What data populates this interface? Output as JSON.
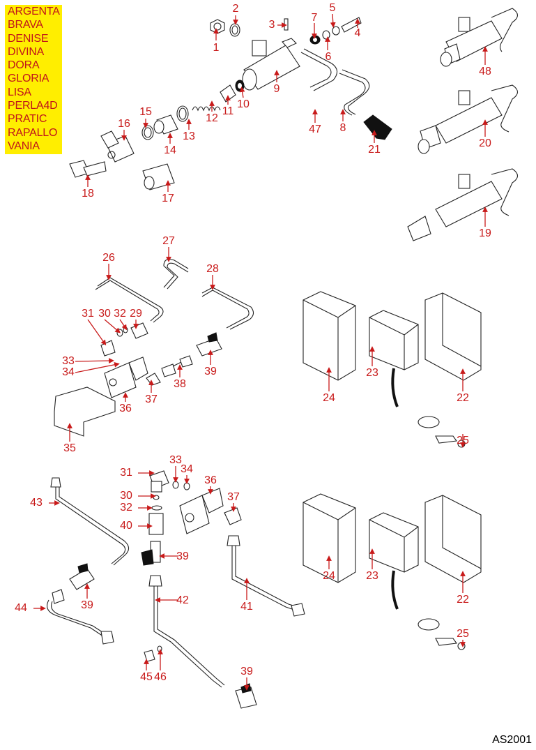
{
  "models": [
    "ARGENTA",
    "BRAVA",
    "DENISE",
    "DIVINA",
    "DORA",
    "GLORIA",
    "LISA",
    "PERLA4D",
    "PRATIC",
    "RAPALLO",
    "VANIA"
  ],
  "drawing_code": "AS2001",
  "colors": {
    "models_bg": "#ffee00",
    "label": "#c81a1a",
    "line": "#222222"
  },
  "part_labels": [
    {
      "id": "p1",
      "text": "1",
      "part": "hex-nut"
    },
    {
      "id": "p2",
      "text": "2",
      "part": "washer"
    },
    {
      "id": "p3",
      "text": "3",
      "part": "pin"
    },
    {
      "id": "p4",
      "text": "4",
      "part": "pivot-pin"
    },
    {
      "id": "p5",
      "text": "5",
      "part": "circlip"
    },
    {
      "id": "p6",
      "text": "6",
      "part": "washer"
    },
    {
      "id": "p7",
      "text": "7",
      "part": "seal"
    },
    {
      "id": "p8",
      "text": "8",
      "part": "lever"
    },
    {
      "id": "p9",
      "text": "9",
      "part": "valve-body"
    },
    {
      "id": "p10",
      "text": "10",
      "part": "gasket"
    },
    {
      "id": "p11",
      "text": "11",
      "part": "piston"
    },
    {
      "id": "p12",
      "text": "12",
      "part": "spring"
    },
    {
      "id": "p13",
      "text": "13",
      "part": "washer"
    },
    {
      "id": "p14",
      "text": "14",
      "part": "fitting"
    },
    {
      "id": "p15",
      "text": "15",
      "part": "gasket"
    },
    {
      "id": "p16",
      "text": "16",
      "part": "elbow-fitting"
    },
    {
      "id": "p17",
      "text": "17",
      "part": "elbow-fitting"
    },
    {
      "id": "p18",
      "text": "18",
      "part": "elbow"
    },
    {
      "id": "p19",
      "text": "19",
      "part": "valve-assembly"
    },
    {
      "id": "p20",
      "text": "20",
      "part": "valve-assembly"
    },
    {
      "id": "p21",
      "text": "21",
      "part": "knob"
    },
    {
      "id": "p22",
      "text": "22",
      "part": "cover"
    },
    {
      "id": "p23",
      "text": "23",
      "part": "control-box"
    },
    {
      "id": "p24",
      "text": "24",
      "part": "box"
    },
    {
      "id": "p25",
      "text": "25",
      "part": "probe"
    },
    {
      "id": "p26",
      "text": "26",
      "part": "pipe"
    },
    {
      "id": "p27",
      "text": "27",
      "part": "pipe"
    },
    {
      "id": "p28",
      "text": "28",
      "part": "pipe"
    },
    {
      "id": "p29",
      "text": "29",
      "part": "fitting"
    },
    {
      "id": "p30",
      "text": "30",
      "part": "filter"
    },
    {
      "id": "p31",
      "text": "31",
      "part": "elbow"
    },
    {
      "id": "p32",
      "text": "32",
      "part": "o-ring"
    },
    {
      "id": "p33",
      "text": "33",
      "part": "o-ring"
    },
    {
      "id": "p34",
      "text": "34",
      "part": "filter"
    },
    {
      "id": "p35",
      "text": "35",
      "part": "bracket"
    },
    {
      "id": "p36",
      "text": "36",
      "part": "solenoid-valve"
    },
    {
      "id": "p37",
      "text": "37",
      "part": "elbow"
    },
    {
      "id": "p38",
      "text": "38",
      "part": "pipe"
    },
    {
      "id": "p39",
      "text": "39",
      "part": "ball-valve"
    },
    {
      "id": "p31b",
      "text": "31",
      "part": "elbow"
    },
    {
      "id": "p33b",
      "text": "33",
      "part": "o-ring"
    },
    {
      "id": "p34b",
      "text": "34",
      "part": "filter"
    },
    {
      "id": "p36b",
      "text": "36",
      "part": "solenoid-valve"
    },
    {
      "id": "p37b",
      "text": "37",
      "part": "elbow"
    },
    {
      "id": "p30b",
      "text": "30",
      "part": "filter"
    },
    {
      "id": "p32b",
      "text": "32",
      "part": "o-ring"
    },
    {
      "id": "p40",
      "text": "40",
      "part": "fitting"
    },
    {
      "id": "p39b",
      "text": "39",
      "part": "ball-valve"
    },
    {
      "id": "p43",
      "text": "43",
      "part": "pipe"
    },
    {
      "id": "p39c",
      "text": "39",
      "part": "ball-valve"
    },
    {
      "id": "p44",
      "text": "44",
      "part": "pipe"
    },
    {
      "id": "p42",
      "text": "42",
      "part": "pipe"
    },
    {
      "id": "p41",
      "text": "41",
      "part": "pipe"
    },
    {
      "id": "p45",
      "text": "45",
      "part": "cap"
    },
    {
      "id": "p46",
      "text": "46",
      "part": "o-ring"
    },
    {
      "id": "p39d",
      "text": "39",
      "part": "ball-valve"
    },
    {
      "id": "p24b",
      "text": "24",
      "part": "box"
    },
    {
      "id": "p23b",
      "text": "23",
      "part": "control-box"
    },
    {
      "id": "p22b",
      "text": "22",
      "part": "cover"
    },
    {
      "id": "p25b",
      "text": "25",
      "part": "probe"
    },
    {
      "id": "p47",
      "text": "47",
      "part": "lever"
    },
    {
      "id": "p48",
      "text": "48",
      "part": "valve-assembly"
    }
  ]
}
